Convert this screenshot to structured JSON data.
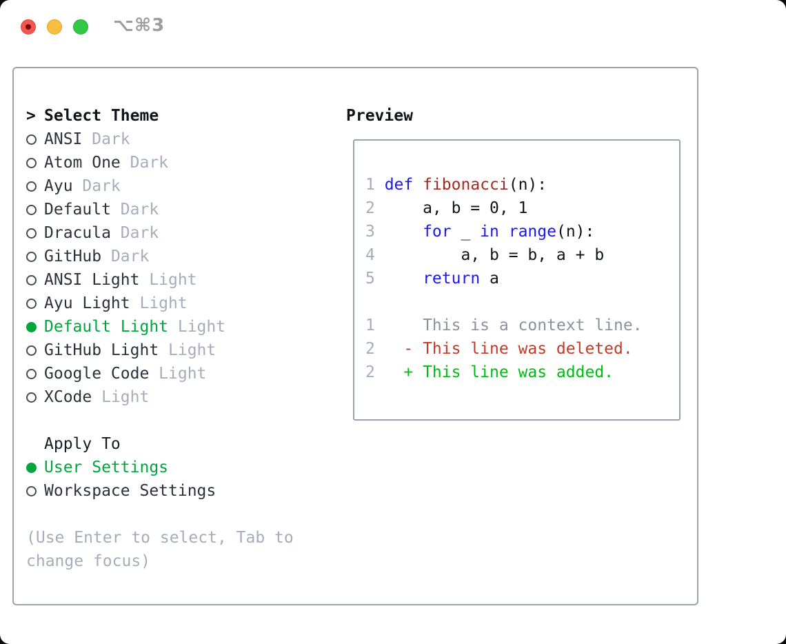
{
  "window": {
    "shortcut_label": "⌥⌘3"
  },
  "colors": {
    "accent_green": "#00a53c",
    "added_green": "#00bd11",
    "deleted_red": "#c23a28",
    "keyword_blue": "#1a18ee",
    "function_red": "#a42a20",
    "muted_gray": "#a5adba",
    "context_gray": "#8b929b",
    "border_gray": "#9aa2ad",
    "traffic_red": "#f4574f",
    "traffic_yellow": "#f6bd40",
    "traffic_green": "#33c748"
  },
  "panel": {
    "title_prompt": ">",
    "title": "Select Theme",
    "themes": [
      {
        "name": "ANSI",
        "tag": "Dark",
        "selected": false
      },
      {
        "name": "Atom One",
        "tag": "Dark",
        "selected": false
      },
      {
        "name": "Ayu",
        "tag": "Dark",
        "selected": false
      },
      {
        "name": "Default",
        "tag": "Dark",
        "selected": false
      },
      {
        "name": "Dracula",
        "tag": "Dark",
        "selected": false
      },
      {
        "name": "GitHub",
        "tag": "Dark",
        "selected": false
      },
      {
        "name": "ANSI Light",
        "tag": "Light",
        "selected": false
      },
      {
        "name": "Ayu Light",
        "tag": "Light",
        "selected": false
      },
      {
        "name": "Default Light",
        "tag": "Light",
        "selected": true
      },
      {
        "name": "GitHub Light",
        "tag": "Light",
        "selected": false
      },
      {
        "name": "Google Code",
        "tag": "Light",
        "selected": false
      },
      {
        "name": "XCode",
        "tag": "Light",
        "selected": false
      }
    ],
    "apply_to": {
      "title": "Apply To",
      "options": [
        {
          "name": "User Settings",
          "selected": true
        },
        {
          "name": "Workspace Settings",
          "selected": false
        }
      ]
    },
    "hint_line1": "(Use Enter to select, Tab to",
    "hint_line2": "change focus)"
  },
  "preview": {
    "title": "Preview",
    "lines": [
      {
        "num": "1",
        "tokens": [
          {
            "text": "def",
            "cls": "kw"
          },
          {
            "text": " ",
            "cls": "pl"
          },
          {
            "text": "fibonacci",
            "cls": "fn"
          },
          {
            "text": "(n):",
            "cls": "pl"
          }
        ]
      },
      {
        "num": "2",
        "tokens": [
          {
            "text": "    a, b = 0, 1",
            "cls": "pl"
          }
        ]
      },
      {
        "num": "3",
        "tokens": [
          {
            "text": "    ",
            "cls": "pl"
          },
          {
            "text": "for",
            "cls": "kw"
          },
          {
            "text": " _ ",
            "cls": "pl"
          },
          {
            "text": "in",
            "cls": "kw"
          },
          {
            "text": " ",
            "cls": "pl"
          },
          {
            "text": "range",
            "cls": "kw"
          },
          {
            "text": "(n):",
            "cls": "pl"
          }
        ]
      },
      {
        "num": "4",
        "tokens": [
          {
            "text": "        a, b = b, a + b",
            "cls": "pl"
          }
        ]
      },
      {
        "num": "5",
        "tokens": [
          {
            "text": "    ",
            "cls": "pl"
          },
          {
            "text": "return",
            "cls": "kw"
          },
          {
            "text": " a",
            "cls": "pl"
          }
        ]
      },
      {
        "num": "",
        "tokens": []
      },
      {
        "num": "1",
        "tokens": [
          {
            "text": "    This is a context line.",
            "cls": "ctx"
          }
        ]
      },
      {
        "num": "2",
        "tokens": [
          {
            "text": "  - This line was deleted.",
            "cls": "del"
          }
        ]
      },
      {
        "num": "2",
        "tokens": [
          {
            "text": "  + This line was added.",
            "cls": "add"
          }
        ]
      }
    ]
  }
}
